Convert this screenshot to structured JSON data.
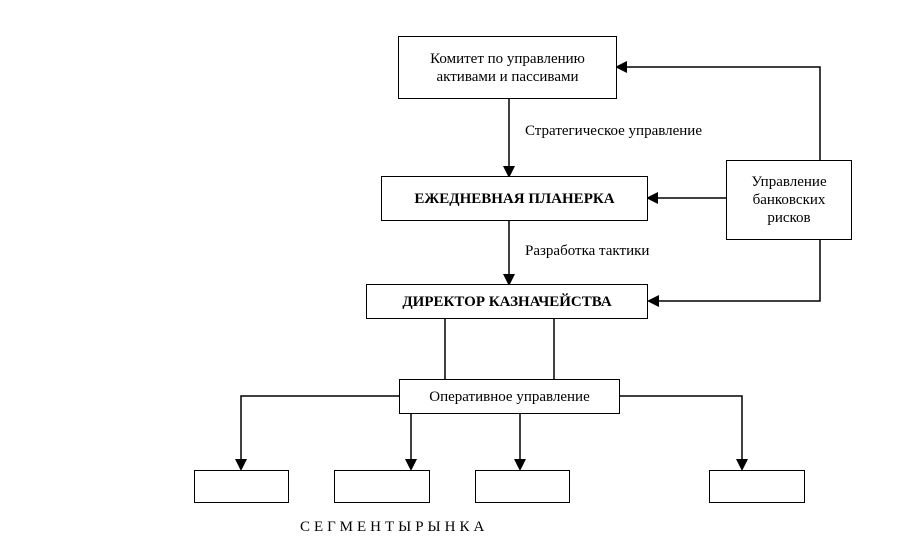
{
  "diagram": {
    "committee": "Комитет по управлению\nактивами и пассивами",
    "strategic_label": "Стратегическое управление",
    "daily_meeting": "ЕЖЕДНЕВНАЯ ПЛАНЕРКА",
    "risk_management": "Управление\nбанковских\nрисков",
    "tactics_label": "Разработка тактики",
    "treasury_director": "ДИРЕКТОР КАЗНАЧЕЙСТВА",
    "operational": "Оперативное управление",
    "segments_caption": "СЕГМЕНТЫРЫНКА",
    "line_color": "#000000"
  }
}
